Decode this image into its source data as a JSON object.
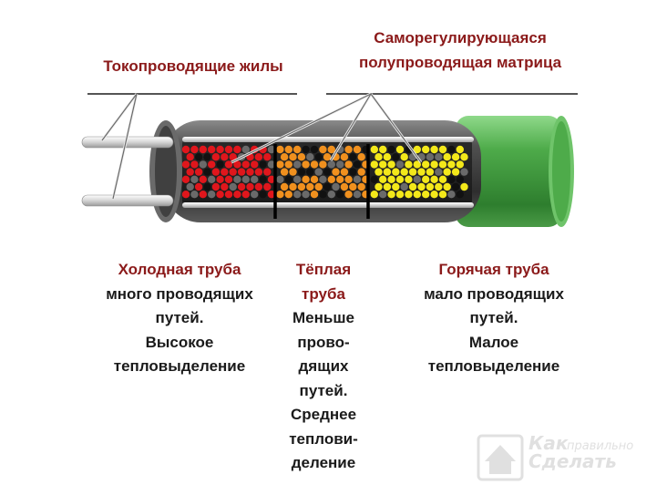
{
  "labels": {
    "conductors": "Токопроводящие жилы",
    "matrix_line1": "Саморегулирующаяся",
    "matrix_line2": "полупроводящая матрица"
  },
  "zones": {
    "cold": {
      "title": "Холодная труба",
      "lines": [
        "много проводящих",
        "путей.",
        "Высокое",
        "тепловыделение"
      ]
    },
    "warm": {
      "title_lines": [
        "Тёплая",
        "труба"
      ],
      "lines": [
        "Меньше",
        "прово-",
        "дящих",
        "путей.",
        "Среднее",
        "теплови-",
        "деление"
      ]
    },
    "hot": {
      "title": "Горячая труба",
      "lines": [
        "мало проводящих",
        "путей.",
        "Малое",
        "тепловыделение"
      ]
    }
  },
  "watermark": {
    "word1": "Как",
    "word2": "правильно",
    "word3": "Сделать"
  },
  "colors": {
    "cold_dots": "#e0161c",
    "warm_dots": "#f0901e",
    "hot_dots": "#f3e81a",
    "jacket": "#4eab4a",
    "cable_body": "#3a3a3a",
    "label_red": "#8b1a1a"
  }
}
